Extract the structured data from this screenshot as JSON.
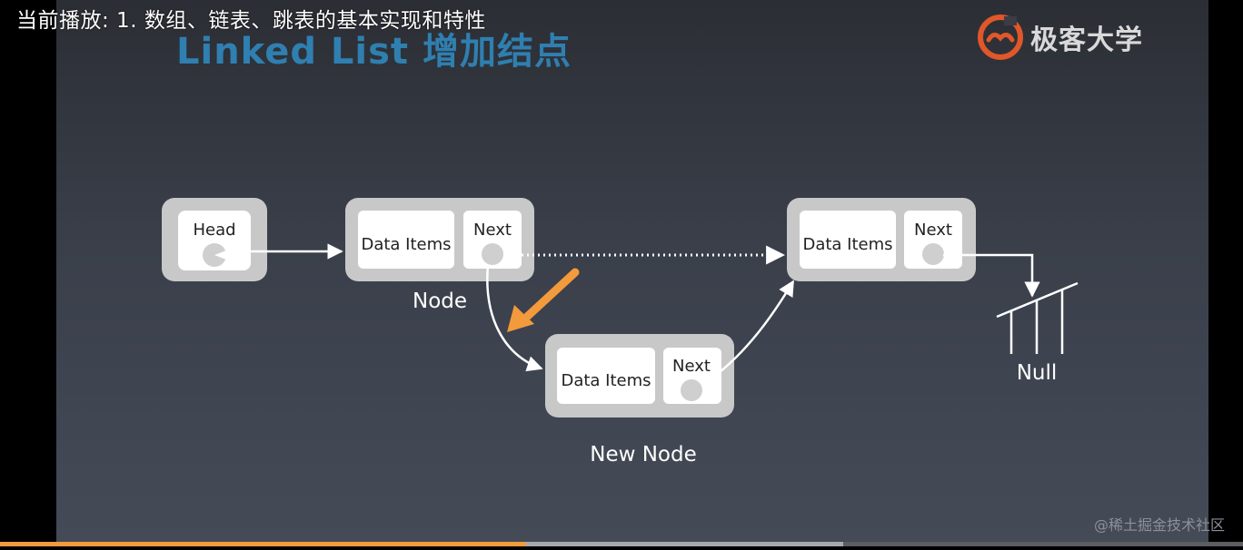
{
  "player": {
    "now_playing": "当前播放: 1. 数组、链表、跳表的基本实现和特性",
    "progress_fraction": 0.423,
    "buffered_fraction": 0.678
  },
  "slide": {
    "title": "Linked List 增加结点",
    "brand": "极客大学",
    "brand_icon": "geekbang-logo-icon"
  },
  "diagram": {
    "head": {
      "label": "Head"
    },
    "node1": {
      "data_label": "Data Items",
      "next_label": "Next",
      "caption": "Node"
    },
    "node2": {
      "data_label": "Data Items",
      "next_label": "Next"
    },
    "new_node": {
      "data_label": "Data Items",
      "next_label": "Next",
      "caption": "New Node"
    },
    "null_label": "Null"
  },
  "colors": {
    "title": "#2f7fb0",
    "accent_arrow": "#f39a3c",
    "box_outer": "#c8c8c8",
    "box_inner": "#ffffff",
    "pointer_dot": "#cfcfcf"
  },
  "watermark": "@稀土掘金技术社区"
}
